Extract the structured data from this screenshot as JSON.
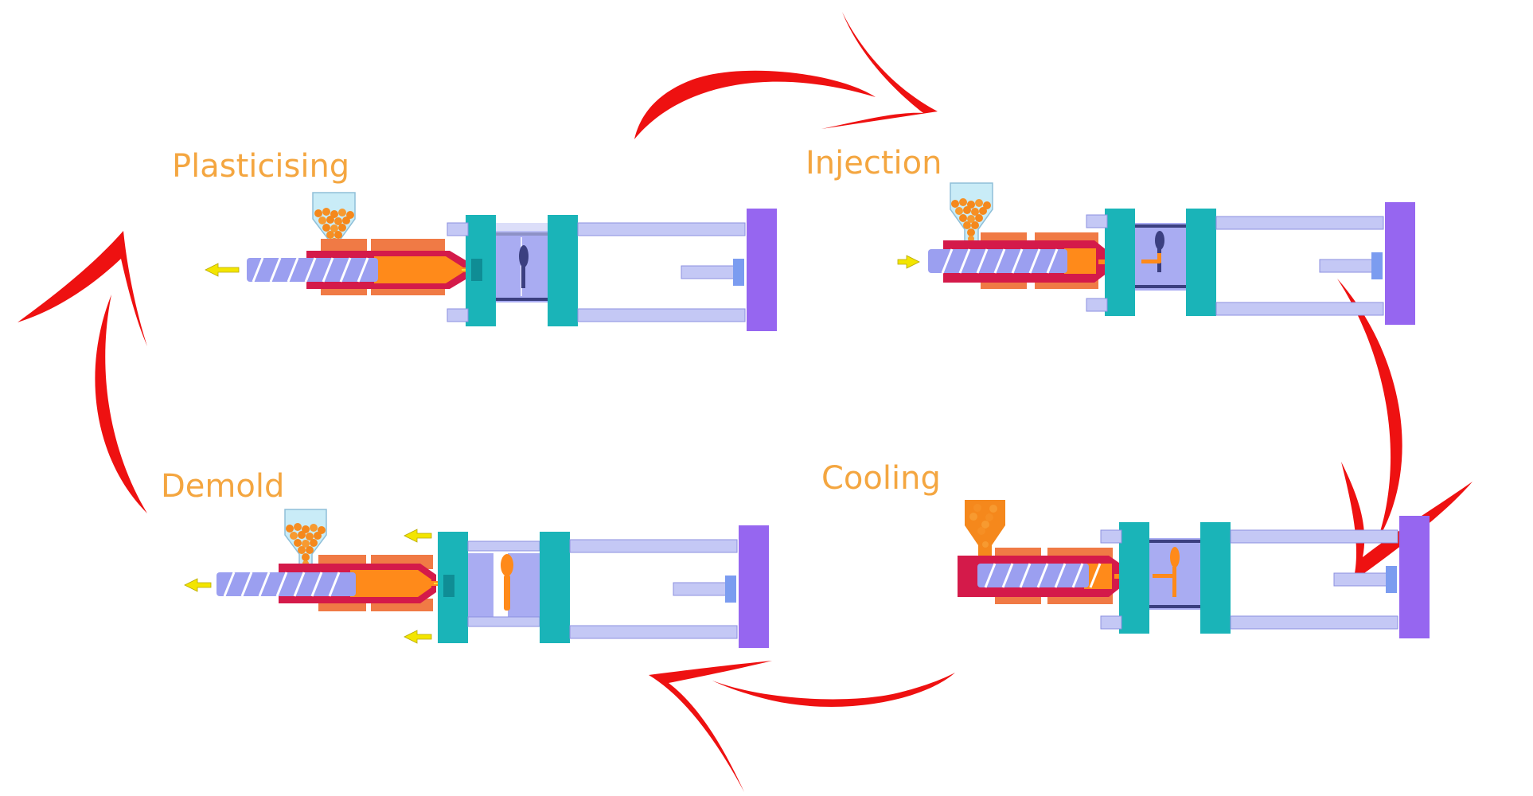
{
  "stages": [
    {
      "id": "plasticising",
      "label": "Plasticising"
    },
    {
      "id": "injection",
      "label": "Injection"
    },
    {
      "id": "cooling",
      "label": "Cooling"
    },
    {
      "id": "demold",
      "label": "Demold"
    }
  ],
  "colors": {
    "label": "#f4a640",
    "arrow": "#ee1111",
    "barrel": "#d41a4a",
    "melt": "#ff8a1a",
    "heater": "#f07a45",
    "screw": "#9b9ff0",
    "platen": "#1ab4b8",
    "mold": "#a9acf2",
    "tie_bar": "#c4c8f5",
    "end_plate": "#9666f0",
    "pellets": "#f5881c",
    "hopper": "#c9ecf7",
    "motion_arrow": "#f3e500"
  }
}
